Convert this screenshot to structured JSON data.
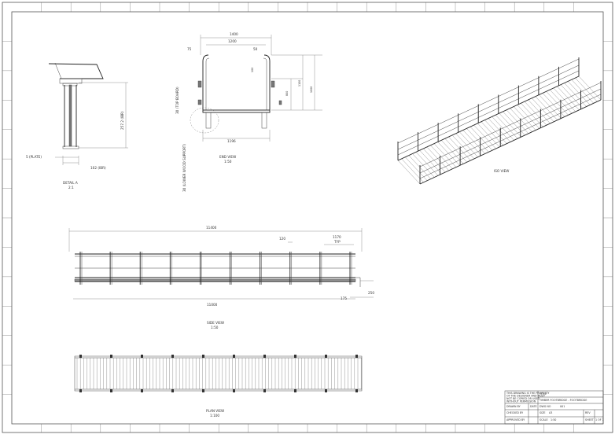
{
  "drawing": {
    "detail_view": {
      "title": "DETAIL A",
      "scale": "2:1",
      "dim_height": "257.2 (IBR)",
      "dim_plate": "5 (PLATE)",
      "dim_width": "102 (IBR)"
    },
    "end_view": {
      "title": "END VIEW",
      "scale": "1:50",
      "dim_overall": "1400",
      "dim_inner": "1200",
      "dim_left_offset": "75",
      "dim_right_offset": "50",
      "dim_bottom": "1196",
      "dim_small": "100",
      "dim_mid": "800",
      "dim_h1": "1100",
      "dim_h2": "1000",
      "label_top_board": "30 (TOP BOARD)",
      "label_lower_support": "30 (LOWER WOOD SUPPORT)"
    },
    "iso_view": {
      "title": "ISO VIEW"
    },
    "side_view": {
      "title": "SIDE VIEW",
      "scale": "1:50",
      "dim_overall": "11400",
      "dim_inner": "11000",
      "dim_post": "120",
      "dim_end": "1170",
      "dim_end_note": "TYP",
      "dim_right_small": "175",
      "dim_right_height": "250"
    },
    "plan_view": {
      "title": "PLAN VIEW",
      "scale": "1:100"
    },
    "title_block": {
      "notes": [
        "THIS DRAWING IS THE PROPERTY",
        "OF THE DESIGNER AND MUST",
        "NOT BE COPIED OR USED",
        "WITHOUT PERMISSION"
      ],
      "drawn_by_label": "DRAWN BY",
      "checked_by_label": "CHECKED BY",
      "approved_label": "APPROVED BY",
      "date_label": "DATE",
      "title_label": "TITLE",
      "project_name": "TIMBER FOOTBRIDGE - FOOTBRIDGE",
      "size_label": "SIZE",
      "size_value": "A3",
      "scale_label": "SCALE",
      "scale_value": "1:50",
      "rev_label": "REV",
      "sheet_label": "SHEET",
      "sheet_value": "1 OF 1",
      "dwg_label": "DWG NO",
      "dwg_value": "001"
    }
  }
}
